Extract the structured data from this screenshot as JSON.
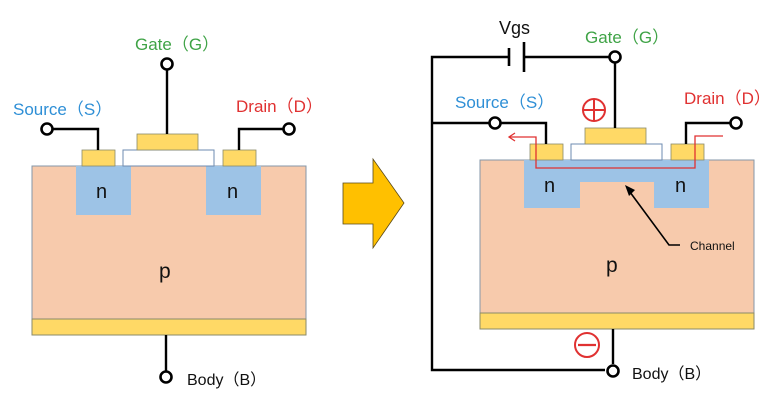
{
  "colors": {
    "source": "#2e8fd6",
    "gate": "#3fa346",
    "drain": "#e03131",
    "substrate": "#f7caac",
    "n_region": "#9dc3e6",
    "metal": "#ffd966",
    "arrow": "#ffc000",
    "current_path": "#e03131"
  },
  "left_diagram": {
    "labels": {
      "gate": "Gate（G）",
      "source": "Source（S）",
      "drain": "Drain（D）",
      "body": "Body（B）",
      "n_left": "n",
      "n_right": "n",
      "p": "p"
    }
  },
  "transition_arrow": {
    "icon": "right-arrow-icon"
  },
  "right_diagram": {
    "labels": {
      "vgs": "Vgs",
      "gate": "Gate（G）",
      "source": "Source（S）",
      "drain": "Drain（D）",
      "body": "Body（B）",
      "n_left": "n",
      "n_right": "n",
      "p": "p",
      "channel": "Channel",
      "plus": "+",
      "minus": "−"
    }
  }
}
